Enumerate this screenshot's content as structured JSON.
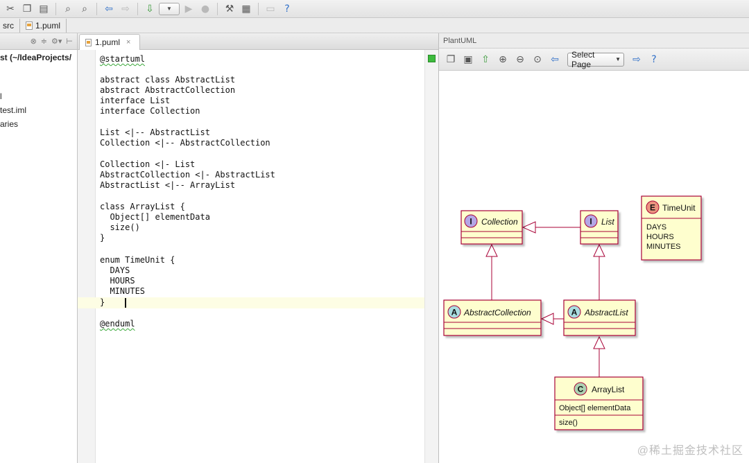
{
  "breadcrumb": {
    "items": [
      "src",
      "1.puml"
    ]
  },
  "toolbar": {
    "icons": [
      "cut-icon",
      "copy-icon",
      "paste-icon",
      "find-icon",
      "replace-icon",
      "back-icon",
      "forward-icon",
      "build-icon",
      "run-config-combo",
      "run-icon",
      "stop-icon",
      "settings-icon",
      "structure-icon",
      "vcs-icon",
      "help-icon"
    ]
  },
  "project": {
    "items": [
      "st (~/IdeaProjects/",
      "l",
      "test.iml",
      "aries"
    ]
  },
  "editor": {
    "tab_label": "1.puml",
    "tab_close": "×",
    "lines": [
      "@startuml",
      "",
      "abstract class AbstractList",
      "abstract AbstractCollection",
      "interface List",
      "interface Collection",
      "",
      "List <|-- AbstractList",
      "Collection <|-- AbstractCollection",
      "",
      "Collection <|- List",
      "AbstractCollection <|- AbstractList",
      "AbstractList <|-- ArrayList",
      "",
      "class ArrayList {",
      "  Object[] elementData",
      "  size()",
      "}",
      "",
      "enum TimeUnit {",
      "  DAYS",
      "  HOURS",
      "  MINUTES",
      "}",
      "",
      "@enduml"
    ]
  },
  "plantuml": {
    "title": "PlantUML",
    "select_page": "Select Page",
    "help": "?",
    "diagram": {
      "collection": {
        "stereo": "I",
        "name": "Collection"
      },
      "list": {
        "stereo": "I",
        "name": "List"
      },
      "abstract_collection": {
        "stereo": "A",
        "name": "AbstractCollection"
      },
      "abstract_list": {
        "stereo": "A",
        "name": "AbstractList"
      },
      "array_list": {
        "stereo": "C",
        "name": "ArrayList",
        "field": "Object[] elementData",
        "method": "size()"
      },
      "time_unit": {
        "stereo": "E",
        "name": "TimeUnit",
        "values": [
          "DAYS",
          "HOURS",
          "MINUTES"
        ]
      }
    }
  },
  "watermark": "@稀土掘金技术社区",
  "colors": {
    "uml_fill": "#fefece",
    "uml_border": "#a80036",
    "interface_badge": "#b4a7e5",
    "abstract_badge": "#a9dcdf",
    "class_badge": "#add1b2",
    "enum_badge": "#eb937f"
  }
}
